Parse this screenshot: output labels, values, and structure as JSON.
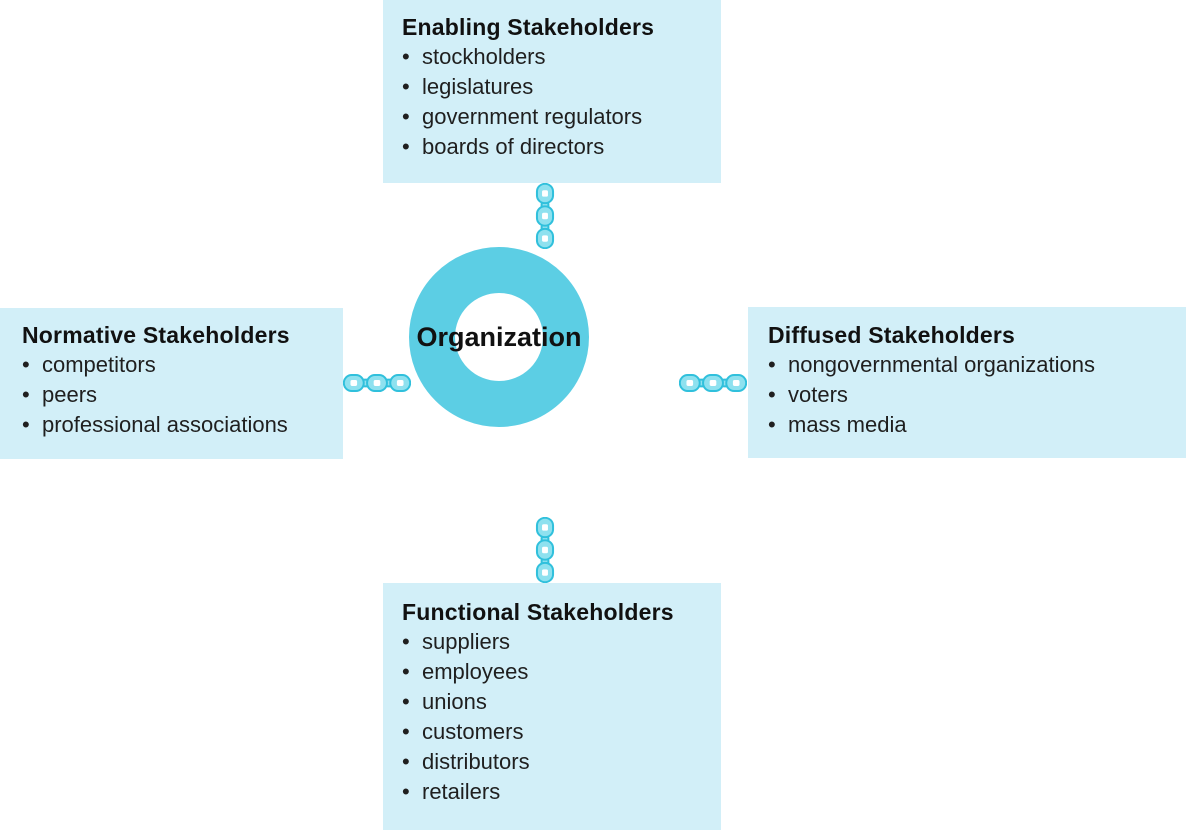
{
  "center": {
    "label": "Organization"
  },
  "bullet": "•",
  "boxes": {
    "enabling": {
      "title": "Enabling Stakeholders",
      "items": [
        "stockholders",
        "legislatures",
        "government regulators",
        "boards of directors"
      ]
    },
    "normative": {
      "title": "Normative Stakeholders",
      "items": [
        "competitors",
        "peers",
        "professional associations"
      ]
    },
    "diffused": {
      "title": "Diffused Stakeholders",
      "items": [
        "nongovernmental organizations",
        "voters",
        "mass media"
      ]
    },
    "functional": {
      "title": "Functional Stakeholders",
      "items": [
        "suppliers",
        "employees",
        "unions",
        "customers",
        "distributors",
        "retailers"
      ]
    }
  },
  "colors": {
    "box_bg": "#d2eff8",
    "ring": "#5ccee4",
    "chain_fill": "#8ee1ef",
    "chain_stroke": "#30c0dc",
    "text": "#1c1c1c"
  }
}
